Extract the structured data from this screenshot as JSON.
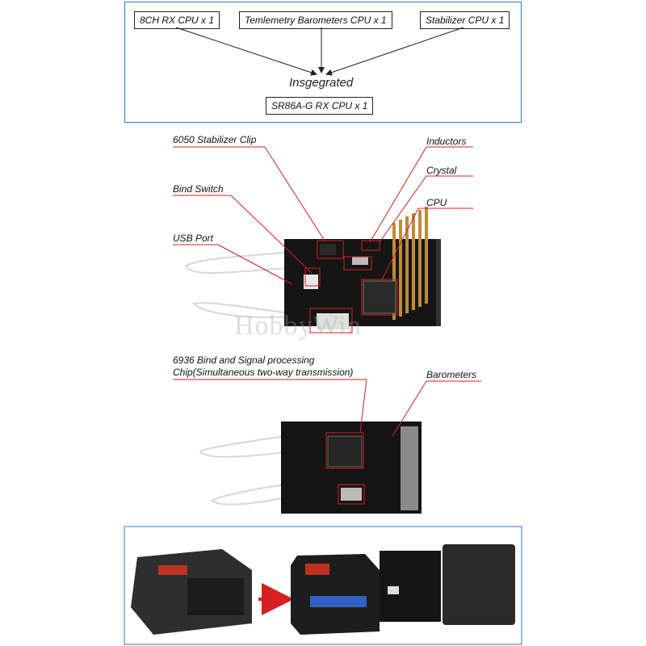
{
  "top_diagram": {
    "inputs": [
      "8CH RX CPU x 1",
      "Temlemetry Barometers CPU x 1",
      "Stabilizer CPU x 1"
    ],
    "merge_label": "Insgegrated",
    "output": "SR86A-G RX CPU x 1"
  },
  "board_top_labels": {
    "stabilizer_clip": "6050 Stabilizer Clip",
    "bind_switch": "Bind Switch",
    "usb_port": "USB Port",
    "inductors": "Inductors",
    "crystal": "Crystal",
    "cpu": "CPU"
  },
  "board_bottom_labels": {
    "bind_chip_line1": "6936 Bind and Signal processing",
    "bind_chip_line2": "Chip(Simultaneous two-way transmission)",
    "barometers": "Barometers"
  },
  "watermark": "HobbyWin",
  "colors": {
    "panel_border": "#2b78c2",
    "callout": "#d42020",
    "arrow": "#d42020"
  }
}
